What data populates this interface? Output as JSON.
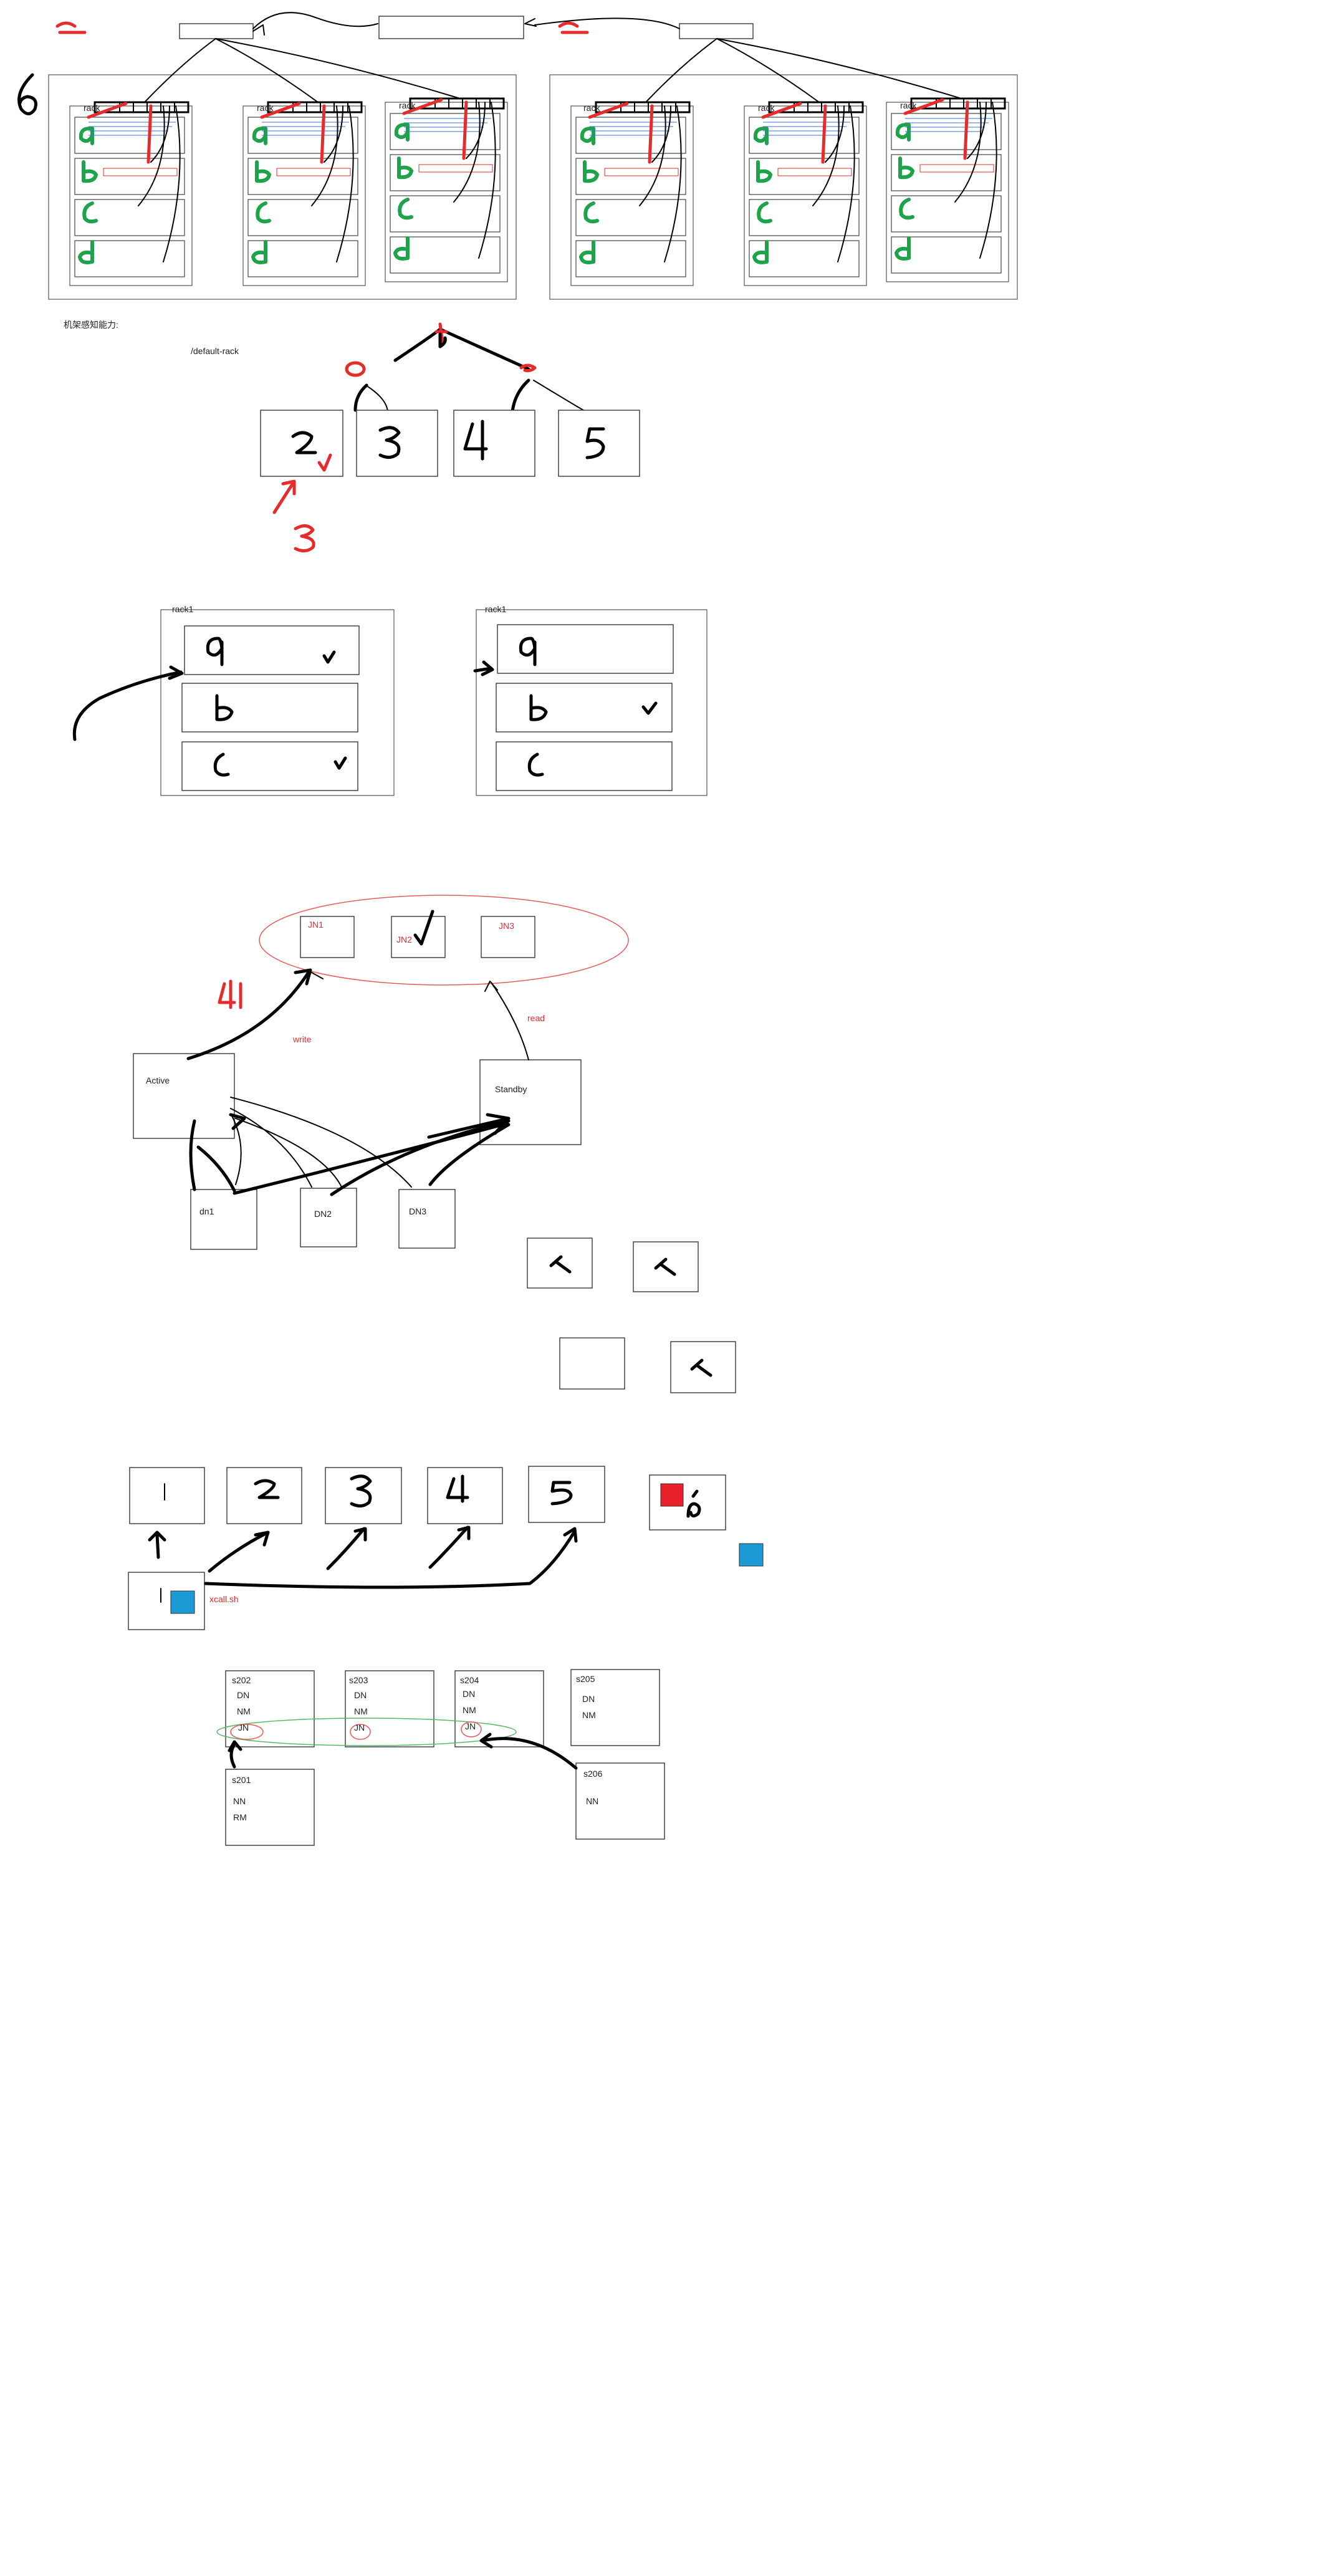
{
  "labels": {
    "rack": "rack",
    "rack_awareness_title": "机架感知能力:",
    "default_rack": "/default-rack",
    "rack1": "rack1",
    "jn1": "JN1",
    "jn2": "JN2",
    "jn3": "JN3",
    "write": "write",
    "read": "read",
    "active": "Active",
    "standby": "Standby",
    "dn1": "dn1",
    "dn2": "DN2",
    "dn3": "DN3",
    "xcall": "xcall.sh"
  },
  "servers": [
    {
      "name": "s202",
      "roles": [
        "DN",
        "NM",
        "JN"
      ]
    },
    {
      "name": "s203",
      "roles": [
        "DN",
        "NM",
        "JN"
      ]
    },
    {
      "name": "s204",
      "roles": [
        "DN",
        "NM",
        "JN"
      ]
    },
    {
      "name": "s205",
      "roles": [
        "DN",
        "NM"
      ]
    },
    {
      "name": "s201",
      "roles": [
        "NN",
        "RM"
      ]
    },
    {
      "name": "s206",
      "roles": [
        "NN"
      ]
    }
  ],
  "colors": {
    "ink": "#000000",
    "annotation_red": "#e52b2b",
    "handwriting_green": "#1fa34a",
    "highlight_blue": "#1c9ad6",
    "square_red": "#e8212a",
    "oval_green": "#55b96a",
    "rack_lines_blue": "#3b6fd1"
  }
}
